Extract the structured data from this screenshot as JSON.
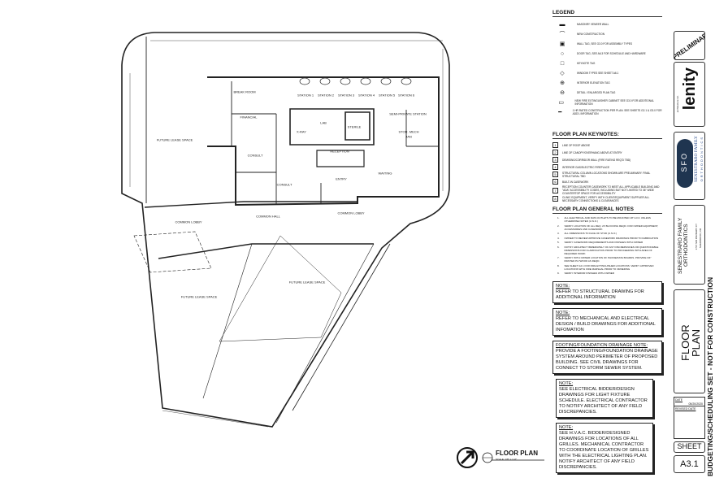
{
  "plan": {
    "rooms": {
      "break_room": "BREAK ROOM",
      "financial": "FINANCIAL",
      "future_lease_1": "FUTURE LEASE SPACE",
      "stations": [
        "STATION 1",
        "STATION 2",
        "STATION 3",
        "STATION 4",
        "STATION 5",
        "STATION 6"
      ],
      "lab": "LAB",
      "xray": "X-RAY",
      "sterile": "STERILE",
      "semi_private": "SEMI-PRIVATE STATION",
      "stor_mech": "STOR. MECH",
      "jan": "JAN",
      "consult_1": "CONSULT",
      "reception": "RECEPTION",
      "consult_2": "CONSULT",
      "entry": "ENTRY",
      "waiting": "WAITING",
      "common_hall": "COMMON HALL",
      "common_lobby_1": "COMMON LOBBY",
      "common_lobby_2": "COMMON LOBBY",
      "future_lease_2": "FUTURE LEASE SPACE",
      "future_lease_3": "FUTURE LEASE SPACE"
    },
    "title": "FLOOR PLAN",
    "scale": "SCALE: 1/8\" = 1'-0\""
  },
  "legend": {
    "heading": "LEGEND",
    "items": [
      "MASONRY VENEER WALL",
      "NEW CONSTRUCTION",
      "WALL TAG, SEE G3.0 FOR ASSEMBLY TYPES",
      "DOOR TAG, SEE A6.3 FOR SCHEDULE AND HARDWARE",
      "KEYNOTE TAG",
      "WINDOW TYPES SEE SHEET A6.1",
      "INTERIOR ELEVATION TAG",
      "DETAIL / ENLARGED PLAN TAG",
      "NEW FIRE EXTINGUISHER CABINET SEE G3.0 FOR ADDITIONAL INFORMATION",
      "1 HR RATED CONSTRUCTION PER PLAN. SEE SHEETS G2.1 & G3.0 FOR ADD'L INFORMATION"
    ]
  },
  "keynotes": {
    "heading": "FLOOR PLAN KEYNOTES:",
    "items": [
      {
        "n": "1",
        "text": "LINE OF ROOF ABOVE"
      },
      {
        "n": "2",
        "text": "LINE OF CANOPY/OVERHANG ABOVE AT ENTRY"
      },
      {
        "n": "3",
        "text": "DEMISING/CORRIDOR WALL (FIRE RATING REQ'D TBD)"
      },
      {
        "n": "4",
        "text": "INTERIOR GAS/ELECTRIC FIREPLACE"
      },
      {
        "n": "5",
        "text": "STRUCTURAL COLUMN LOCATIONS SHOWN ARE PRELIMINARY. FINAL STRUCTURAL TBD"
      },
      {
        "n": "6",
        "text": "BUILT-IN CASEWORK"
      },
      {
        "n": "7",
        "text": "RECEPTION COUNTER CASEWORK TO MEET ALL APPLICABLE BUILDING AND \"ADA\" ACCESSIBILITY CODES, INCLUDING BUT NOT LIMITED TO 36\" WIDE COUNTERTOP SPACE FOR ACCESSIBILITY"
      },
      {
        "n": "8",
        "text": "CLINIC EQUIPMENT, VERIFY WITH CLIENT/EQUIPMENT SUPPLIER ALL NECESSARY CONNECTIONS & CLEARANCES"
      }
    ]
  },
  "general_notes": {
    "heading": "FLOOR PLAN GENERAL NOTES",
    "items": [
      {
        "n": "1.",
        "text": "ALL ELECTRICAL AND DATA OUTLETS TO BE MOUNTED 18\" A.F.F. UNLESS OTHERWISE NOTED (U.N.O.)"
      },
      {
        "n": "2.",
        "text": "VERIFY LOCATION OF ALL REQ. 2X BLOCKING REQD. FOR OWNER EQUIPMENT, ACCESSORIES AND CASEWORK"
      },
      {
        "n": "3.",
        "text": "ALL DIMENSIONS TO FACE OF STUD (U.N.O.)"
      },
      {
        "n": "4.",
        "text": "OWNER TO REVIEW APPROVE CASEWORK DRAWINGS PRIOR TO FABRICATION"
      },
      {
        "n": "5.",
        "text": "VERIFY CASEWORK REQUIREMENTS AND FINISHES WITH OWNER"
      },
      {
        "n": "6.",
        "text": "NOTIFY ARCHITECT IMMEDIATELY OF ANY DISCREPANCIES OR QUESTIONABLE DIMENSIONS FOR CLARIFICATION PRIOR TO PROCEEDING WITH AREA OF REQUIRED WORK"
      },
      {
        "n": "7.",
        "text": "VERIFY WITH OWNER LOCATION OF PHONE/DATA BOARDS. PROVIDE 3/4\" PAINTED PLYWOOD AS REQD."
      },
      {
        "n": "8.",
        "text": "SEE SHEET G2.1 FOR FIRE EXTINGUISHER LOCATIONS. VERIFY APPROVED LOCATIONS WITH FIRE MARSHAL PRIOR TO ORDERING"
      },
      {
        "n": "9.",
        "text": "VERIFY INTERIOR FINISHES WITH OWNER"
      }
    ]
  },
  "notes": [
    {
      "title": "NOTE:",
      "body": "REFER TO STRUCTURAL DRAWING FOR ADDITIONAL INFORMATION"
    },
    {
      "title": "NOTE:",
      "body": "REFER TO MECHANICAL AND ELECTRICAL DESIGN / BUILD DRAWINGS FOR ADDITIONAL INFOMATION"
    },
    {
      "title": "FOOTING/FOUNDATION DRAINAGE NOTE:",
      "body": "PROVIDE A FOOTING/FOUNDATION DRAINAGE SYSTEM AROUND PERIMETER OF PROPOSED BUILDING. SEE CIVIL DRAWINGS FOR CONNECT TO STORM SEWER SYSTEM."
    },
    {
      "title": "NOTE:",
      "body": "SEE ELECTRICAL BIDDER/DESIGN DRAWINGS FOR LIGHT FIXTURE SCHEDULE. ELECTRICAL CONTRACTOR TO NOTIFY ARCHITECT OF ANY FIELD DISCREPANCIES."
    },
    {
      "title": "NOTE:",
      "body": "SEE H.V.A.C. BIDDER/DESIGNED DRAWINGS FOR LOCATIONS OF ALL GRILLES. MECHANICAL CONTRACTOR TO COORDINATE LOCATION OF GRILLES WITH THE ELECTRICAL LIGHTING PLAN. NOTIFY ARCHITECT OF ANY FIELD DISCREPANCIES."
    }
  ],
  "title_block": {
    "status": "PRELIMINARY",
    "architect": "lenity",
    "architect_sub": "architecture inc.",
    "client_logo": "SFO",
    "client_logo_name": "SENESTRARO FAMILY",
    "client_logo_sub": "ORTHODONTICS",
    "project_name": "SENESTRARO FAMILY ORTHODONTICS",
    "project_address": "1747 SW PARKWAY CT",
    "project_city": "SHERWOOD, OR",
    "sheet_title": "FLOOR PLAN",
    "date_label": "DATE",
    "date": "05/20/2020",
    "revised_label": "REVISED DATE",
    "sheet_label": "SHEET",
    "sheet_number": "A3.1",
    "set_note": "BUDGETING/SCHEDULING SET - NOT FOR CONSTRUCTION"
  }
}
